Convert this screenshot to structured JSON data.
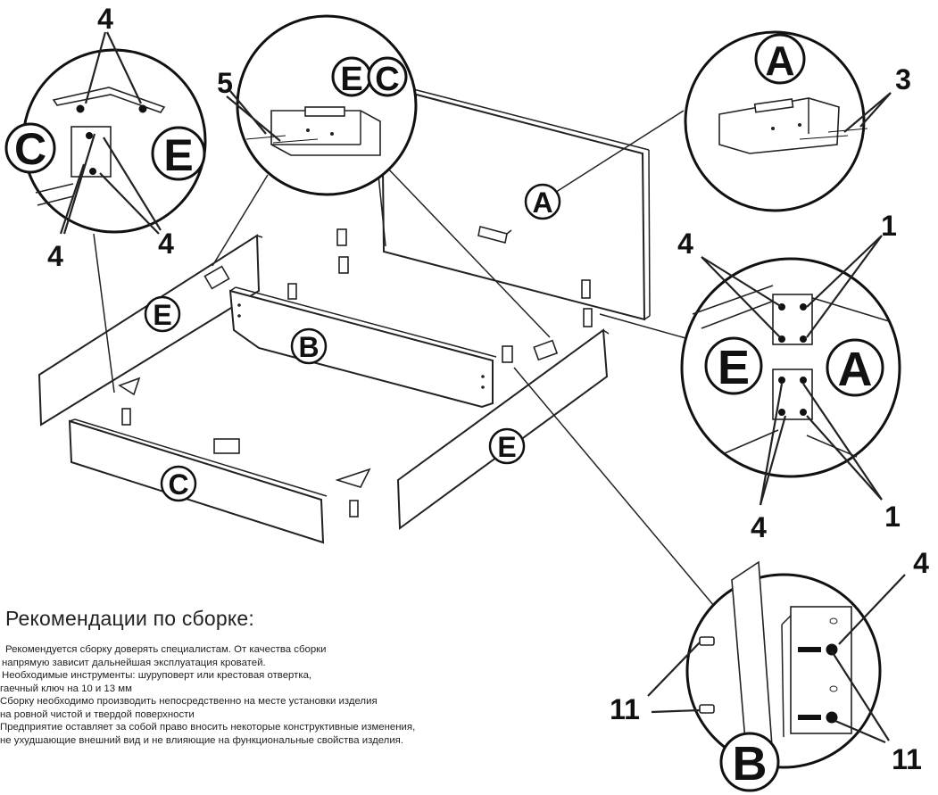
{
  "labels": {
    "A": "A",
    "B": "B",
    "C": "C",
    "E": "E",
    "EC": "EC",
    "n1": "1",
    "n3": "3",
    "n4": "4",
    "n5": "5",
    "n11": "11"
  },
  "recommendations": {
    "title": "Рекомендации по сборке:",
    "lines": [
      "Рекомендуется сборку доверять специалистам. От качества сборки",
      " напрямую зависит дальнейшая эксплуатация кроватей.",
      " Необходимые инструменты: шуруповерт или крестовая отвертка,",
      "гаечный ключ на 10 и 13 мм",
      " Сборку необходимо производить непосредственно на месте установки изделия",
      "на ровной чистой и твердой поверхности",
      " Предприятие оставляет за собой право вносить некоторые конструктивные изменения,",
      "не ухудшающие внешний вид и не влияющие на функциональные свойства изделия."
    ]
  }
}
